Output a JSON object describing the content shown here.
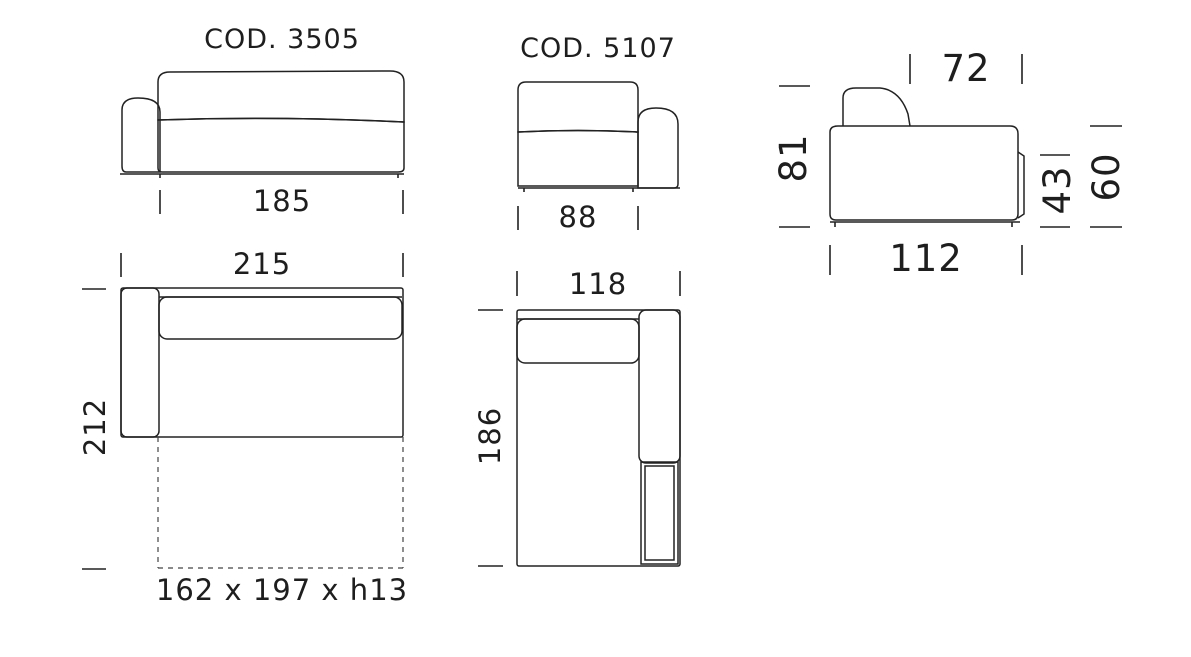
{
  "codes": {
    "sofa": "COD. 3505",
    "chaise": "COD. 5107"
  },
  "dimensions": {
    "sofa_front_width": "185",
    "sofa_plan_width": "215",
    "sofa_plan_depth": "212",
    "bed_size": "162 x 197 x h13",
    "chaise_front_width": "88",
    "chaise_plan_width": "118",
    "chaise_plan_depth": "186",
    "side_seat_depth": "72",
    "side_total_height": "81",
    "side_seat_height": "43",
    "side_arm_height": "60",
    "side_total_depth": "112"
  },
  "colors": {
    "line": "#222222",
    "text": "#1e1e1e",
    "background": "#ffffff"
  }
}
